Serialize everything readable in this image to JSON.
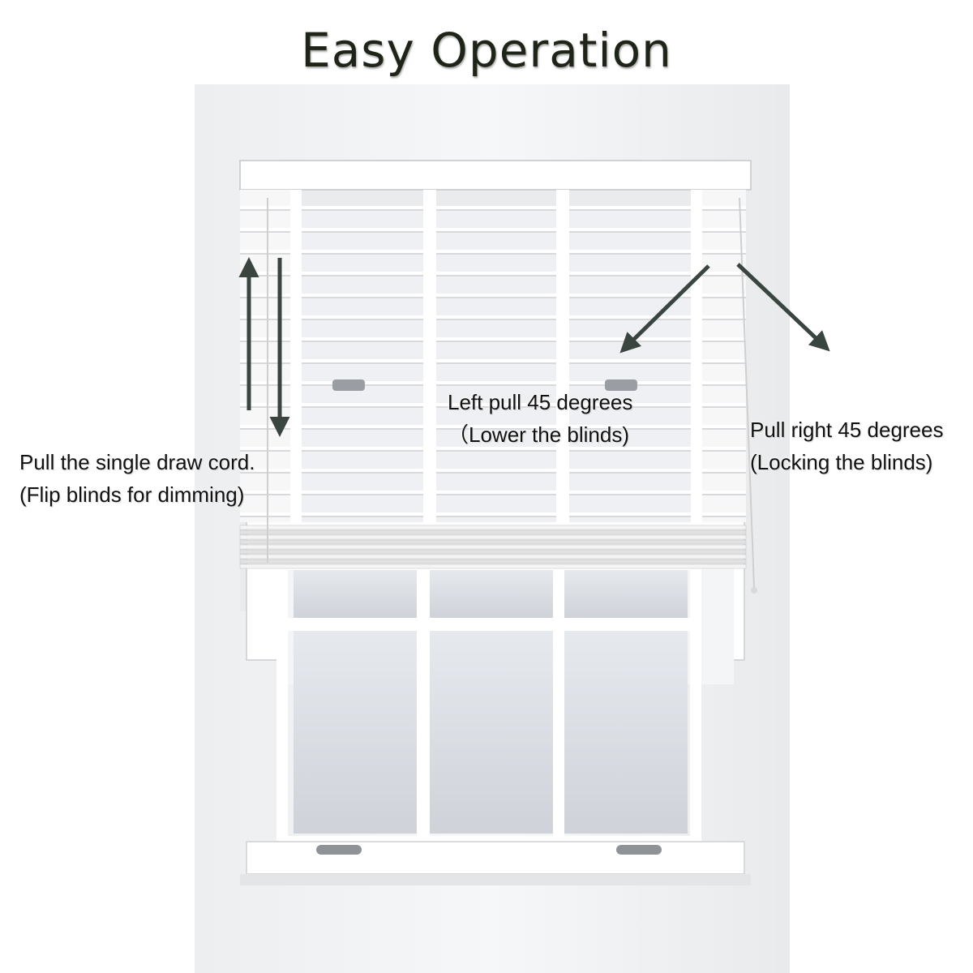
{
  "title": "Easy Operation",
  "annotations": {
    "draw_cord": {
      "line1": "Pull the single draw cord.",
      "line2": "(Flip blinds for dimming)"
    },
    "left_pull": {
      "line1": "Left pull 45 degrees",
      "line2": "（Lower the blinds)"
    },
    "right_pull": {
      "line1": "Pull right 45 degrees",
      "line2": "(Locking the blinds)"
    }
  },
  "colors": {
    "title": "#1f2418",
    "arrow": "#3a4540",
    "wall": "#f1f2f4",
    "frame": "#ffffff",
    "glass": "#dcdfe4"
  }
}
